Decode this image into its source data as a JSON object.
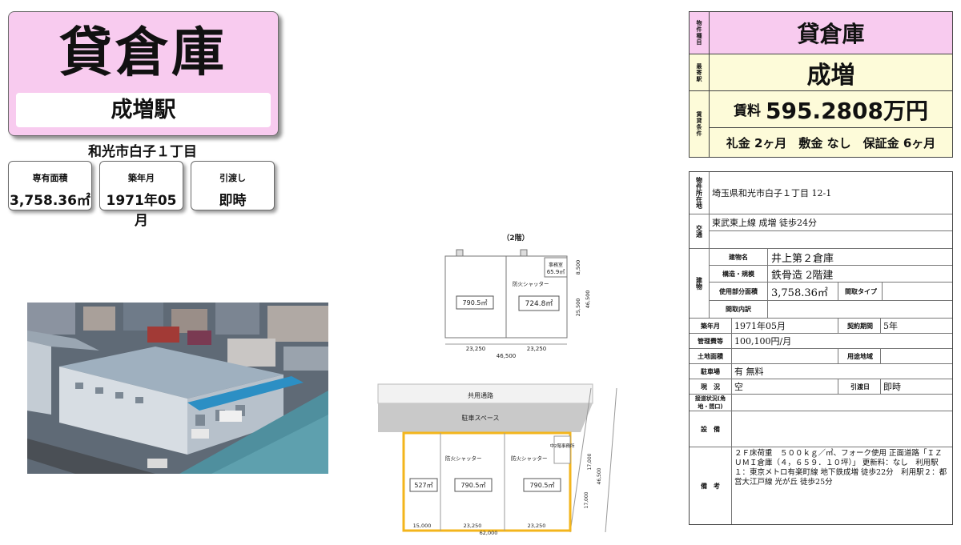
{
  "hero": {
    "title": "貸倉庫",
    "station": "成増駅"
  },
  "address_short": "和光市白子１丁目",
  "stats": [
    {
      "label": "専有面積",
      "value": "3,758.36㎡"
    },
    {
      "label": "築年月",
      "value": "1971年05月"
    },
    {
      "label": "引渡し",
      "value": "即時"
    }
  ],
  "plan_top": {
    "title": "（2階）",
    "room1": "790.5㎡",
    "room2": "724.8㎡",
    "office": "事務室",
    "office_area": "65.9㎡",
    "shutter": "防火シャッター",
    "dim_left": "23,250",
    "dim_right": "23,250",
    "dim_total": "46,500",
    "dim_v1": "8,500",
    "dim_v2": "25,500",
    "dim_v_total": "46,500"
  },
  "plan_bottom": {
    "road": "共用通路",
    "parking": "駐車スペース",
    "room1": "527㎡",
    "room2": "790.5㎡",
    "room3": "790.5㎡",
    "shutter": "防火シャッター",
    "office": "中2階事務所",
    "dim1": "15,000",
    "dim2": "23,250",
    "dim3": "23,250",
    "dim_total": "62,000",
    "dim_v1": "17,000",
    "dim_v2": "46,500",
    "dim_v3": "17,000"
  },
  "summary": {
    "type_label": "物件種目",
    "type_value": "貸倉庫",
    "station_label": "最寄駅",
    "station_value": "成増",
    "terms_label": "賃貸条件",
    "rent_label": "賃料",
    "rent_value": "595.2808万円",
    "fees": "礼金 2ヶ月　敷金 なし　保証金 6ヶ月"
  },
  "detail": {
    "location_label": "物件所在地",
    "location_value": "埼玉県和光市白子１丁目 12-1",
    "transport_label": "交通",
    "transport_value": "東武東上線 成増 徒歩24分",
    "building_label": "建物",
    "building_name_label": "建物名",
    "building_name_value": "井上第２倉庫",
    "structure_label": "構造・規模",
    "structure_value": "鉄骨造 2階建",
    "area_label": "使用部分面積",
    "area_value": "3,758.36㎡",
    "layout_type_label": "間取タイプ",
    "layout_detail_label": "間取内訳",
    "built_label": "築年月",
    "built_value": "1971年05月",
    "contract_label": "契約期間",
    "contract_value": "5年",
    "mgmt_label": "管理費等",
    "mgmt_value": "100,100円/月",
    "land_label": "土地面積",
    "zoning_label": "用途地域",
    "parking_label": "駐車場",
    "parking_value": "有 無料",
    "current_label": "現　況",
    "current_value": "空",
    "handover_label": "引渡日",
    "handover_value": "即時",
    "road_label": "接道状況(角地・間口)",
    "facility_label": "設　備",
    "remarks_label": "備　考",
    "remarks_value": "２Ｆ床荷重　５００ｋｇ／㎡、フォーク使用 正面道路「ＩＺＵＭＩ倉庫（４，６５９．１０坪）」 更新料：なし　利用駅１：東京メトロ有楽町線 地下鉄成増 徒歩22分　利用駅２：都営大江戸線 光が丘 徒歩25分"
  },
  "colors": {
    "pink": "#f8cbef",
    "cream": "#fdfbd9",
    "plan_highlight": "#f3b51c"
  }
}
